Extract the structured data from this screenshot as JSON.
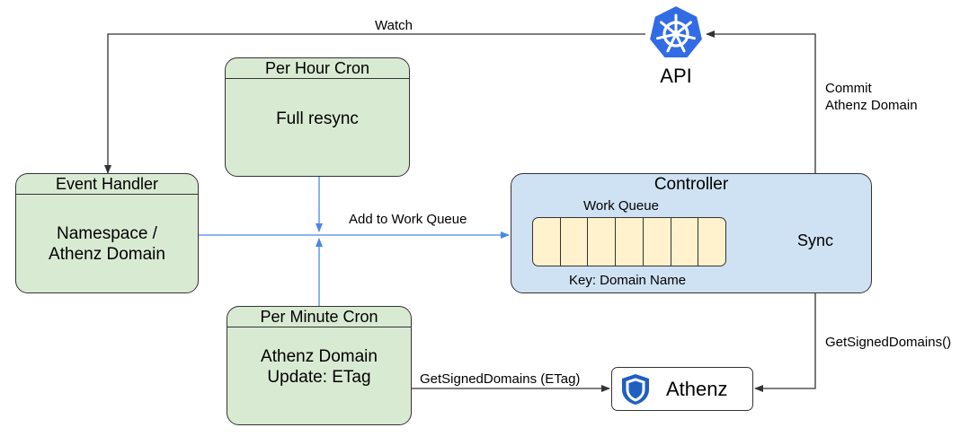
{
  "api": {
    "label": "API",
    "icon": "kubernetes-helm-icon",
    "color": "#326ce5"
  },
  "edges": {
    "watch": "Watch",
    "commit_line1": "Commit",
    "commit_line2": "Athenz Domain",
    "add_to_queue": "Add to Work Queue",
    "get_signed_domains": "GetSignedDomains()",
    "get_signed_domains_etag": "GetSignedDomains (ETag)"
  },
  "per_hour_cron": {
    "title": "Per Hour Cron",
    "body": "Full resync"
  },
  "event_handler": {
    "title": "Event Handler",
    "body_line1": "Namespace /",
    "body_line2": "Athenz Domain"
  },
  "per_minute_cron": {
    "title": "Per Minute Cron",
    "body_line1": "Athenz Domain",
    "body_line2": "Update: ETag"
  },
  "controller": {
    "title": "Controller",
    "work_queue_label": "Work Queue",
    "key_label": "Key: Domain Name",
    "queue_cells": 7,
    "sync_label": "Sync"
  },
  "athenz": {
    "label": "Athenz",
    "icon": "athenz-shield-icon",
    "color": "#1f5fbf"
  },
  "colors": {
    "cron_fill": "#d9ead3",
    "controller_fill": "#cfe2f3",
    "queue_fill": "#fff2cc",
    "blue_arrow": "#4a86e8",
    "dark_arrow": "#333333"
  }
}
